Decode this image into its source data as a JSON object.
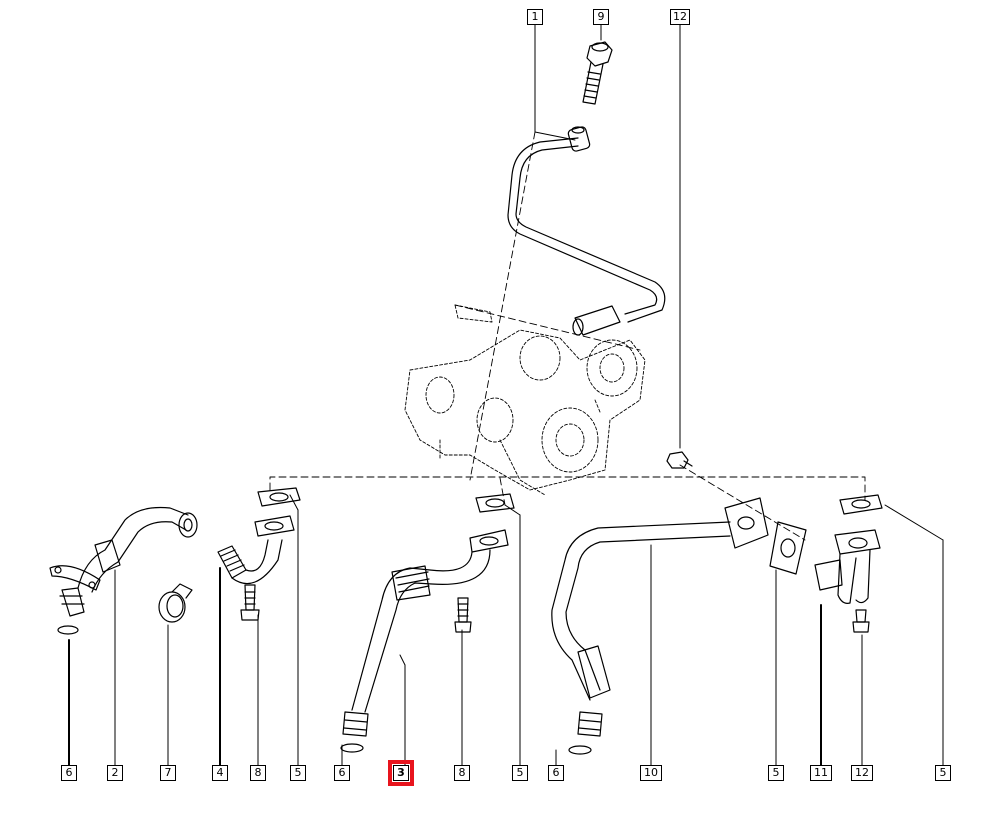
{
  "diagram": {
    "highlight_color": "#e8141d",
    "callouts": {
      "top_1": "1",
      "top_9": "9",
      "top_12": "12",
      "b_6a": "6",
      "b_2": "2",
      "b_7": "7",
      "b_4": "4",
      "b_8a": "8",
      "b_5a": "5",
      "b_6b": "6",
      "b_3": "3",
      "b_8b": "8",
      "b_5b": "5",
      "b_6c": "6",
      "b_10": "10",
      "b_5c": "5",
      "b_11": "11",
      "b_12": "12",
      "b_5d": "5"
    },
    "highlighted_part": "3"
  }
}
